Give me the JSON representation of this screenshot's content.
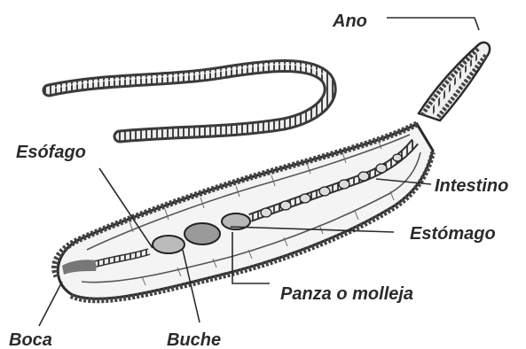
{
  "labels": {
    "ano": "Ano",
    "esofago": "Esófago",
    "intestino": "Intestino",
    "estomago": "Estómago",
    "panza": "Panza o molleja",
    "boca": "Boca",
    "buche": "Buche"
  },
  "colors": {
    "ink": "#2b2b2b",
    "shadow": "#555555",
    "body_fill": "#f4f4f4",
    "background": "#ffffff"
  }
}
